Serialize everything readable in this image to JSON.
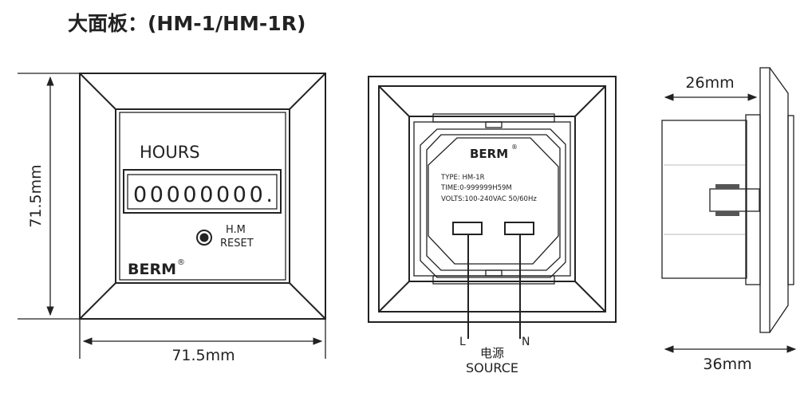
{
  "title": "大面板：(HM-1/HM-1R)",
  "front_view": {
    "hours_label": "HOURS",
    "display_value": "00000000.",
    "reset_label_line1": "H.M",
    "reset_label_line2": "RESET",
    "brand": "BERM",
    "registered_mark": "®",
    "height_dimension": "71.5mm",
    "width_dimension": "71.5mm"
  },
  "rear_view": {
    "brand": "BERM",
    "registered_mark": "®",
    "type_line": "TYPE: HM-1R",
    "time_line": "TIME:0-999999H59M",
    "volts_line": "VOLTS:100-240VAC 50/60Hz",
    "terminal_left": "L",
    "terminal_right": "N",
    "source_cn": "电源",
    "source_en": "SOURCE"
  },
  "side_view": {
    "depth_dimension": "26mm",
    "total_depth_dimension": "36mm"
  }
}
